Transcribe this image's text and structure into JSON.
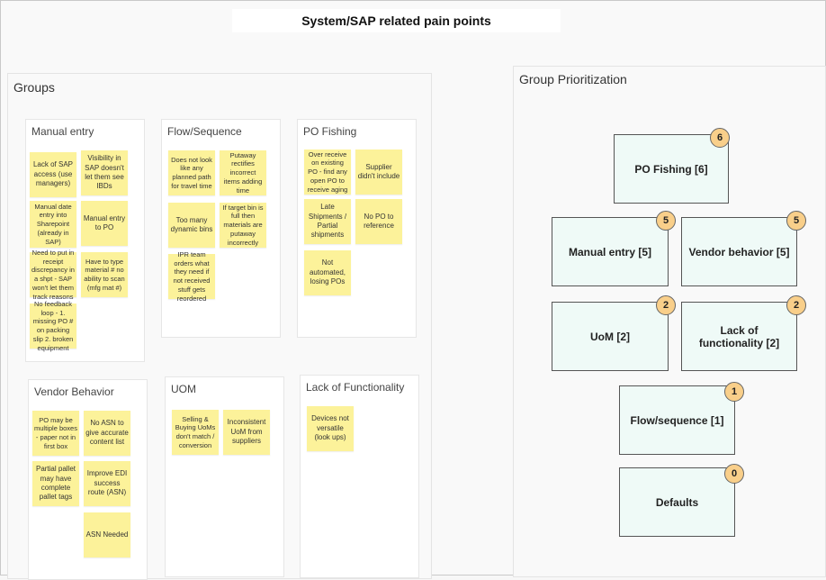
{
  "board": {
    "title": "System/SAP related pain points"
  },
  "groups_panel": {
    "title": "Groups",
    "groups": [
      {
        "title": "Manual entry",
        "stickies": [
          "Lack of SAP access (use managers)",
          "Visibility in SAP doesn't let them see IBDs",
          "Manual date entry into Sharepoint (already in SAP)",
          "Manual entry to PO",
          "Need to put in receipt discrepancy in a shpt - SAP won't let them track reasons",
          "Have to type material # no ability to scan (mfg mat #)",
          "No feedback loop - 1. missing PO # on packing slip 2. broken equipment"
        ]
      },
      {
        "title": "Flow/Sequence",
        "stickies": [
          "Does not look like any planned path for travel time",
          "Putaway rectifies incorrect items adding time",
          "Too many dynamic bins",
          "If target bin is full then materials are putaway incorrectly",
          "IPR team orders what they need if not received stuff gets reordered"
        ]
      },
      {
        "title": "PO Fishing",
        "stickies": [
          "Over receive on existing PO - find any open PO to receive aging",
          "Supplier didn't include",
          "Late Shipments / Partial shipments",
          "No PO to reference",
          "Not automated, losing POs"
        ]
      },
      {
        "title": "Vendor Behavior",
        "stickies": [
          "PO may be multiple boxes - paper not in first box",
          "No ASN to give accurate content list",
          "Partial pallet may have complete pallet tags",
          "Improve EDI success route (ASN)",
          "ASN Needed"
        ]
      },
      {
        "title": "UOM",
        "stickies": [
          "Selling & Buying UoMs don't match / conversion",
          "Inconsistent UoM from suppliers"
        ]
      },
      {
        "title": "Lack of Functionality",
        "stickies": [
          "Devices not versatile (look ups)"
        ]
      }
    ]
  },
  "prioritization_panel": {
    "title": "Group Prioritization",
    "items": [
      {
        "label": "PO Fishing [6]",
        "votes": "6"
      },
      {
        "label": "Manual entry [5]",
        "votes": "5"
      },
      {
        "label": "Vendor behavior [5]",
        "votes": "5"
      },
      {
        "label": "UoM [2]",
        "votes": "2"
      },
      {
        "label": "Lack of functionality [2]",
        "votes": "2"
      },
      {
        "label": "Flow/sequence [1]",
        "votes": "1"
      },
      {
        "label": "Defaults",
        "votes": "0"
      }
    ]
  }
}
